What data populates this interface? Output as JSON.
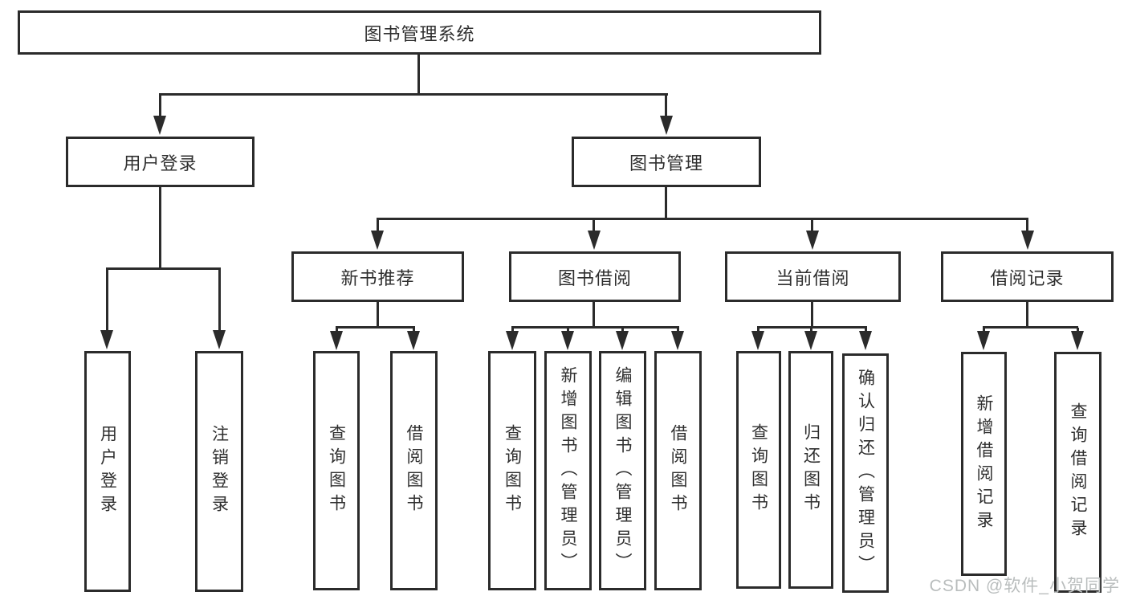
{
  "diagram": {
    "root": "图书管理系统",
    "login": {
      "label": "用户登录",
      "children": [
        "用户登录",
        "注销登录"
      ]
    },
    "management": {
      "label": "图书管理",
      "sections": [
        {
          "label": "新书推荐",
          "children": [
            "查询图书",
            "借阅图书"
          ]
        },
        {
          "label": "图书借阅",
          "children": [
            "查询图书",
            "新增图书（管理员）",
            "编辑图书（管理员）",
            "借阅图书"
          ]
        },
        {
          "label": "当前借阅",
          "children": [
            "查询图书",
            "归还图书",
            "确认归还（管理员）"
          ]
        },
        {
          "label": "借阅记录",
          "children": [
            "新增借阅记录",
            "查询借阅记录"
          ]
        }
      ]
    }
  },
  "watermark": "CSDN @软件_小贺同学",
  "colors": {
    "line": "#2b2b2b",
    "box_border": "#2b2b2b",
    "text": "#2f2f2f",
    "background": "#ffffff",
    "watermark": "#b9bdbd"
  }
}
